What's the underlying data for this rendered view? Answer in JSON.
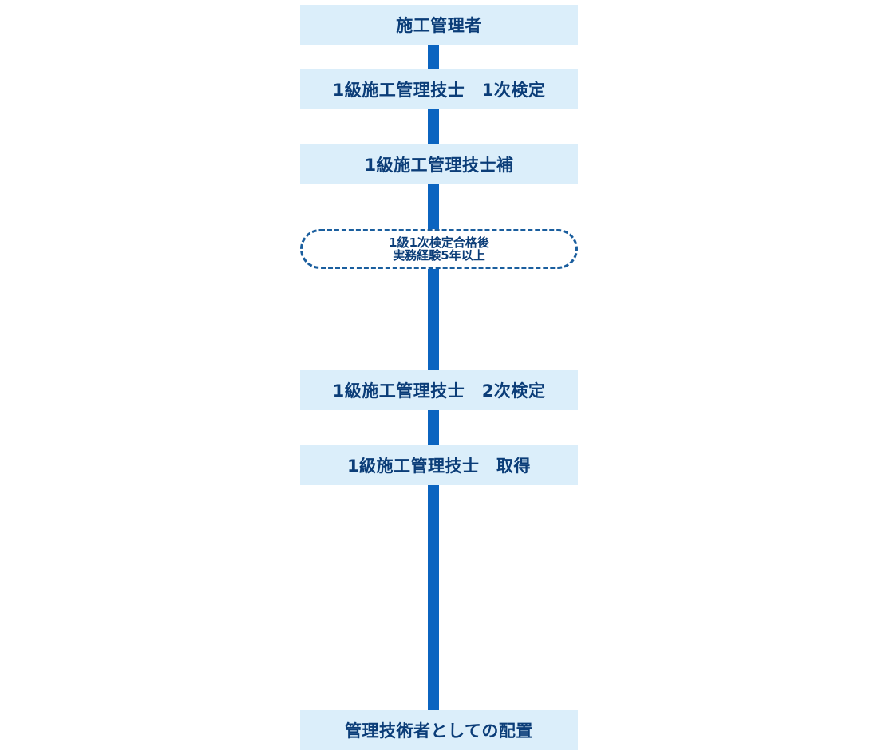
{
  "steps": [
    {
      "label": "施工管理者"
    },
    {
      "label": "1級施工管理技士　1次検定"
    },
    {
      "label": "1級施工管理技士補"
    },
    {
      "label": "1級施工管理技士　2次検定"
    },
    {
      "label": "1級施工管理技士　取得"
    },
    {
      "label": "管理技術者としての配置"
    }
  ],
  "condition_note": {
    "line1": "1級1次検定合格後",
    "line2": "実務経験5年以上"
  },
  "colors": {
    "step_fill": "#dbeefa",
    "step_text": "#0b3d78",
    "connector": "#0b64c0",
    "note_border": "#1a5e9e"
  }
}
